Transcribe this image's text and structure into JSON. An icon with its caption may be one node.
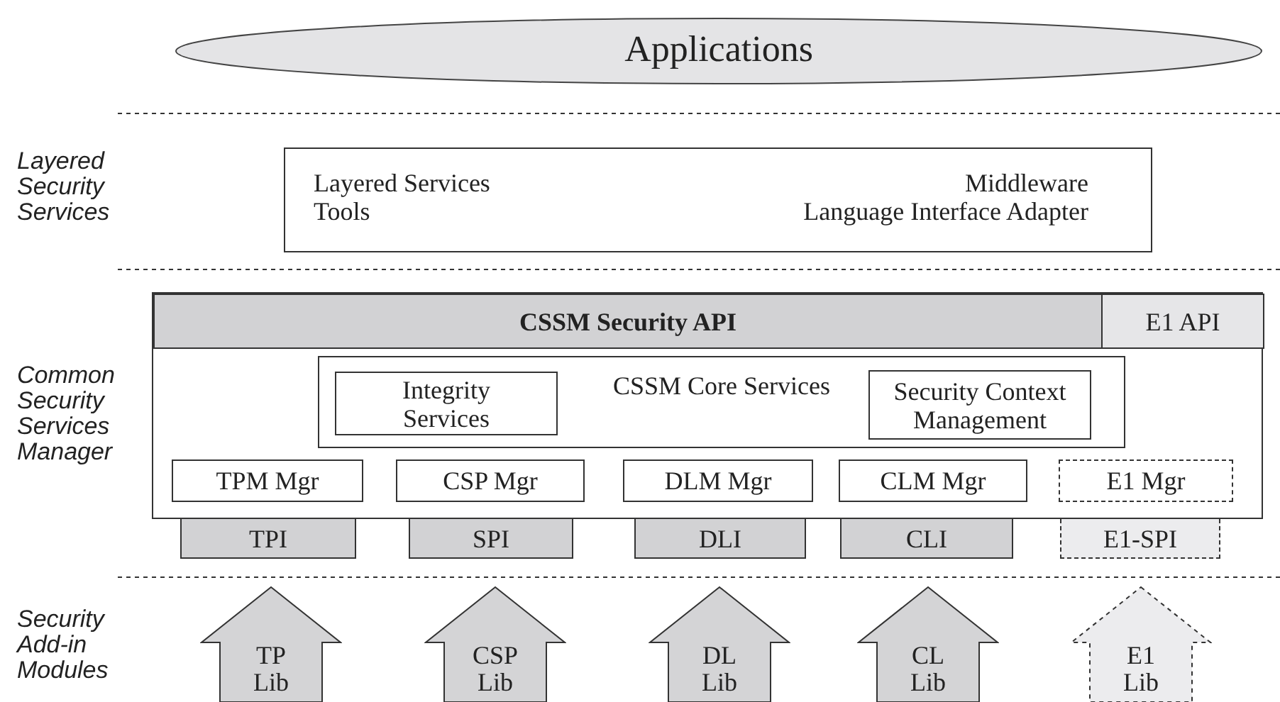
{
  "diagram": {
    "nodes": [
      {
        "text": [
          "Applications"
        ]
      },
      {
        "text": [
          "Layered Services",
          "Tools",
          "Middleware",
          "Language Interface Adapter"
        ]
      },
      {
        "text": [],
        "shape": "box"
      },
      {
        "text": [
          "CSSM Security API"
        ],
        "in": 2
      },
      {
        "text": [
          "E1 API"
        ],
        "in": 2
      },
      {
        "text": [
          "CSSM Core Services"
        ],
        "in": 2
      },
      {
        "text": [
          "Integrity Services"
        ],
        "in": 5
      },
      {
        "text": [
          "Security Context Management"
        ],
        "in": 5
      },
      {
        "text": [
          "TPM  Mgr"
        ],
        "in": 2
      },
      {
        "text": [
          "CSP  Mgr"
        ],
        "in": 2
      },
      {
        "text": [
          "DLM  Mgr"
        ],
        "in": 2
      },
      {
        "text": [
          "CLM  Mgr"
        ],
        "in": 2
      },
      {
        "text": [
          "E1 Mgr"
        ],
        "in": 2
      },
      {
        "text": [
          "TPI"
        ]
      },
      {
        "text": [
          "SPI"
        ]
      },
      {
        "text": [
          "DLI"
        ]
      },
      {
        "text": [
          "CLI"
        ]
      },
      {
        "text": [
          "E1-SPI"
        ]
      },
      {
        "text": [
          "TP Lib"
        ]
      },
      {
        "text": [
          "CSP Lib"
        ]
      },
      {
        "text": [
          "DL Lib"
        ]
      },
      {
        "text": [
          "CL Lib"
        ]
      },
      {
        "text": [
          "E1 Lib"
        ]
      }
    ],
    "labels": [
      "Layered Security Services",
      "Common Security Services Manager",
      "Security Add-in Modules"
    ]
  }
}
